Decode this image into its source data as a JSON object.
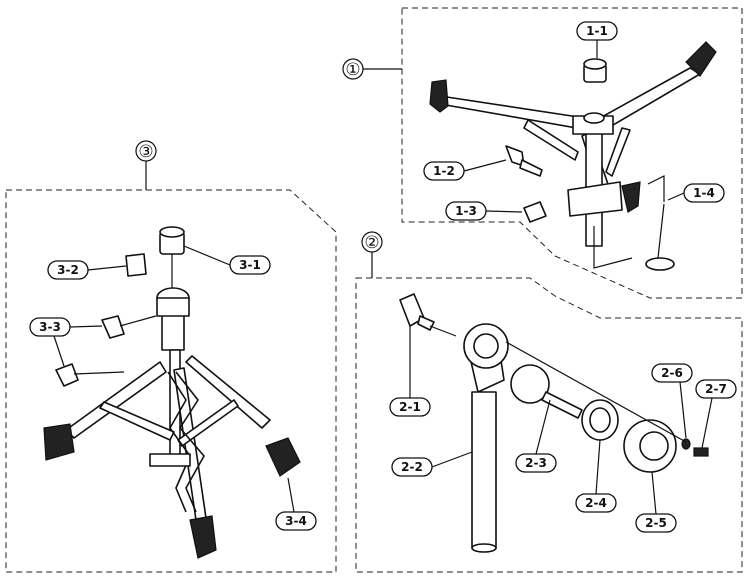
{
  "group_markers": {
    "group1": "①",
    "group2": "②",
    "group3": "③"
  },
  "labels": {
    "p1_1": "1-1",
    "p1_2": "1-2",
    "p1_3": "1-3",
    "p1_4": "1-4",
    "p2_1": "2-1",
    "p2_2": "2-2",
    "p2_3": "2-3",
    "p2_4": "2-4",
    "p2_5": "2-5",
    "p2_6": "2-6",
    "p2_7": "2-7",
    "p3_1": "3-1",
    "p3_2": "3-2",
    "p3_3": "3-3",
    "p3_4": "3-4"
  }
}
